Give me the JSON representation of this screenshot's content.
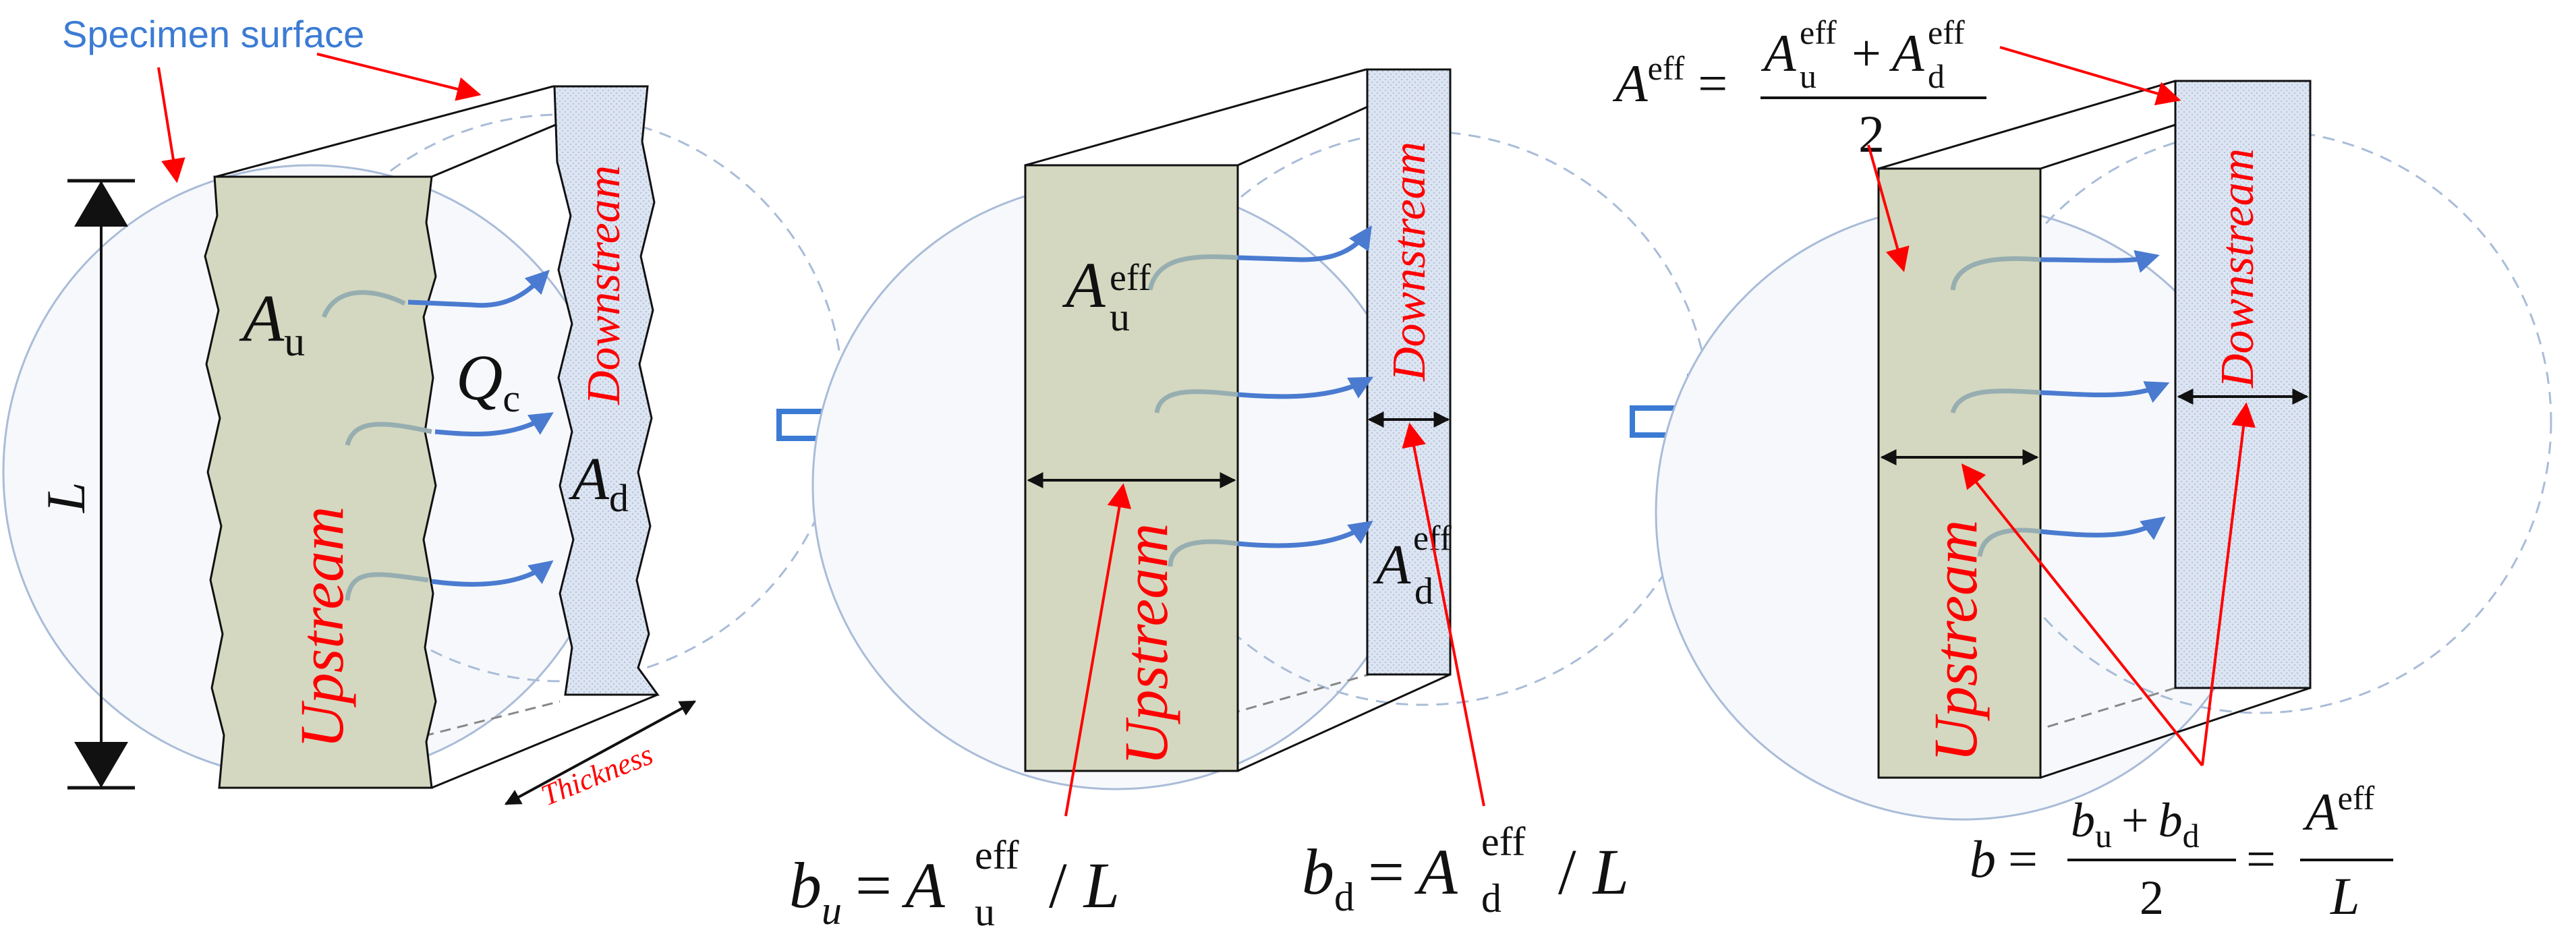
{
  "colors": {
    "upstream_fill": "#d4d8c0",
    "downstream_fill": "#dde5f2",
    "flow_line": "#4a7bd0",
    "flow_faint": "#97aeb1",
    "outline": "#111111",
    "circle": "#a9bcd8",
    "annotation": "#ff0000",
    "label_blue": "#3b7bd4",
    "arrow_outline": "#3b7bd4"
  },
  "panel1": {
    "specimen_surface": "Specimen surface",
    "upstream": "Upstream",
    "downstream": "Downstream",
    "length": "L",
    "thickness": "Thickness",
    "A": "A",
    "u_sub": "u",
    "d_sub": "d",
    "Q": "Q",
    "c_sub": "c"
  },
  "panel2": {
    "upstream": "Upstream",
    "downstream": "Downstream",
    "A": "A",
    "eff_sup": "eff",
    "u_sub": "u",
    "d_sub": "d",
    "eq_bu": {
      "b": "b",
      "u_sub": "u",
      "eq": "=",
      "A": "A",
      "eff": "eff",
      "u": "u",
      "div": "/",
      "L": "L"
    },
    "eq_bd": {
      "b": "b",
      "d_sub": "d",
      "eq": "=",
      "A": "A",
      "eff": "eff",
      "d": "d",
      "div": "/",
      "L": "L"
    }
  },
  "panel3": {
    "upstream": "Upstream",
    "downstream": "Downstream",
    "eq_aeff": {
      "A": "A",
      "eff": "eff",
      "eq": "=",
      "num_A1": "A",
      "num_eff1": "eff",
      "num_u": "u",
      "plus": "+",
      "num_A2": "A",
      "num_eff2": "eff",
      "num_d": "d",
      "den": "2"
    },
    "eq_b": {
      "b": "b",
      "eq1": "=",
      "num_b1": "b",
      "num_u": "u",
      "plus": "+",
      "num_b2": "b",
      "num_d": "d",
      "den": "2",
      "eq2": "=",
      "A": "A",
      "eff": "eff",
      "L": "L"
    }
  }
}
